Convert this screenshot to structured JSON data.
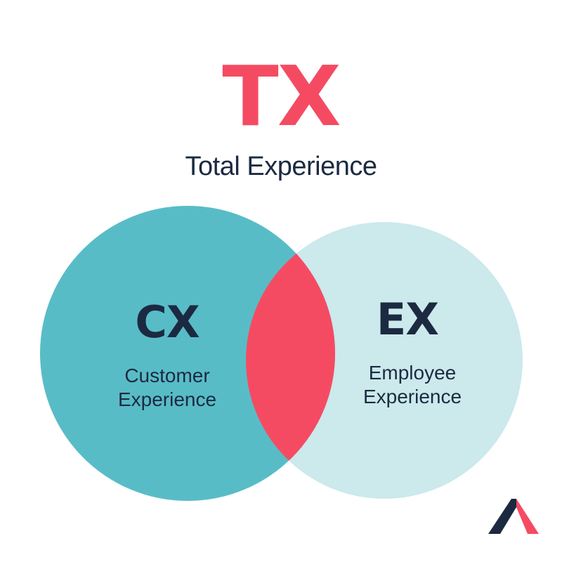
{
  "title": "TX",
  "subtitle": "Total Experience",
  "sets": {
    "left": {
      "abbr": "CX",
      "name_line1": "Customer",
      "name_line2": "Experience"
    },
    "right": {
      "abbr": "EX",
      "name_line1": "Employee",
      "name_line2": "Experience"
    }
  },
  "logo": {
    "icon": "chevron-peak-logo-icon"
  },
  "colors": {
    "accent": "#F54B62",
    "dark": "#1B2A41",
    "left_circle": "#58BCC7",
    "right_circle": "#CCE9EC",
    "intersection": "#F54B62",
    "background": "#FFFFFF"
  }
}
